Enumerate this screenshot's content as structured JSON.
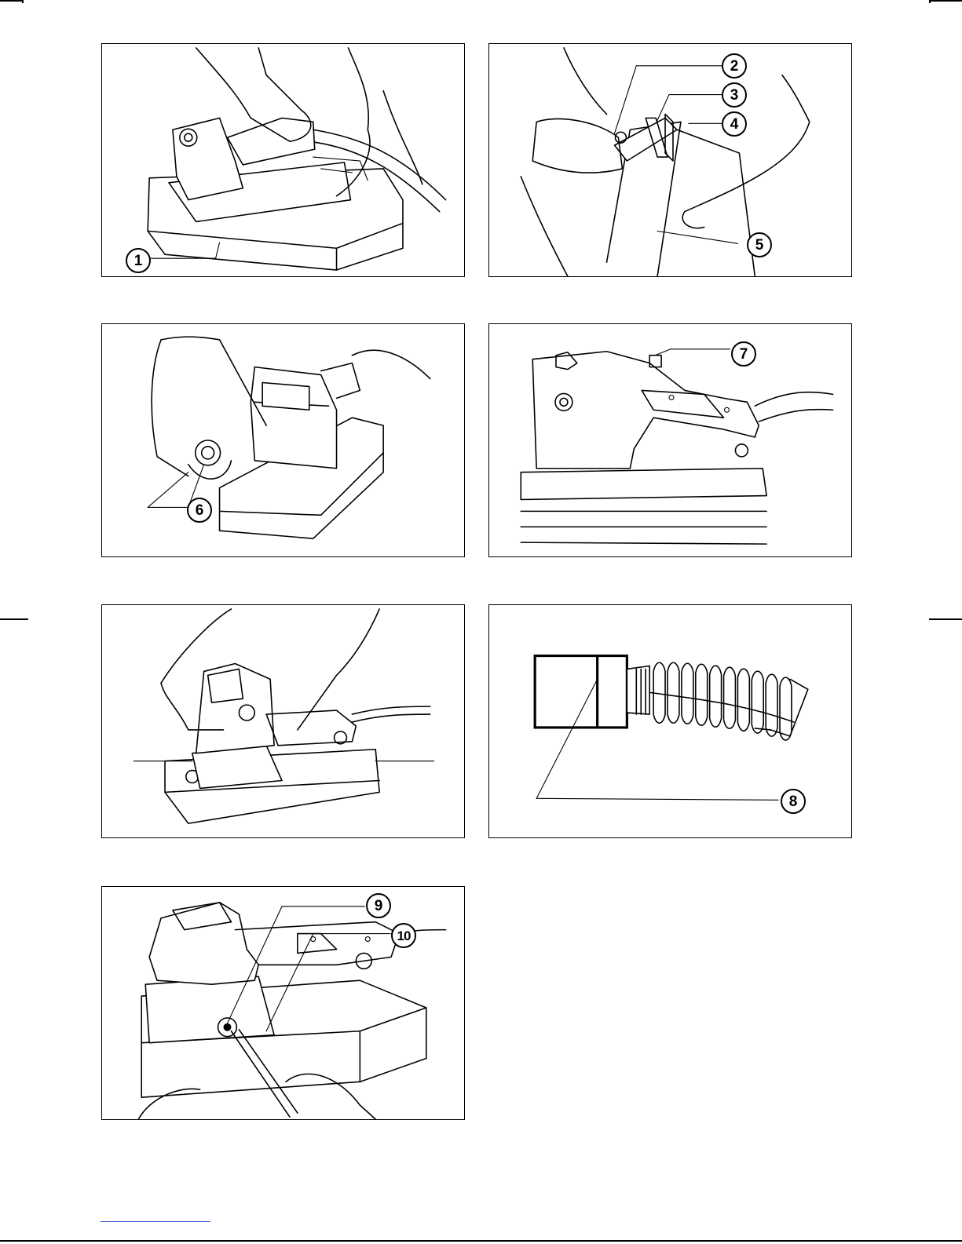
{
  "figures": [
    {
      "id": "fig1",
      "callouts": [
        "1"
      ]
    },
    {
      "id": "fig2",
      "callouts": [
        "2",
        "3",
        "4",
        "5"
      ]
    },
    {
      "id": "fig3",
      "callouts": [
        "6"
      ]
    },
    {
      "id": "fig4",
      "callouts": [
        "7"
      ]
    },
    {
      "id": "fig5",
      "callouts": []
    },
    {
      "id": "fig6",
      "callouts": [
        "8"
      ]
    },
    {
      "id": "fig7",
      "callouts": [
        "9",
        "10"
      ]
    }
  ]
}
